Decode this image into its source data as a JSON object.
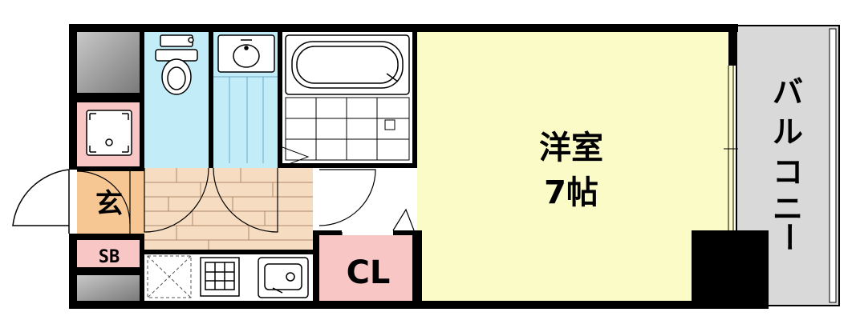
{
  "floorplan": {
    "rooms": {
      "western_room": {
        "name": "洋室",
        "size": "7帖",
        "color": "#fbfbc8"
      },
      "balcony": {
        "chars": [
          "バ",
          "ル",
          "コ",
          "ニ",
          "ー"
        ],
        "color": "#d9d9d9"
      },
      "closet": {
        "label": "CL",
        "color": "#f9c6c6"
      },
      "entrance": {
        "label": "玄",
        "color": "#f6c792"
      },
      "shoe_box": {
        "label": "SB",
        "color": "#f9c6c6"
      },
      "toilet": {
        "color": "#c2ecf7"
      },
      "washroom": {
        "color": "#c2ecf7"
      },
      "bathroom": {
        "color": "#ffffff"
      },
      "corridor": {
        "color": "#f6dcc0"
      },
      "laundry_space": {
        "color": "#f9c6c6"
      }
    },
    "colors": {
      "wall": "#000000",
      "pillar": "#9a9a9a"
    }
  }
}
